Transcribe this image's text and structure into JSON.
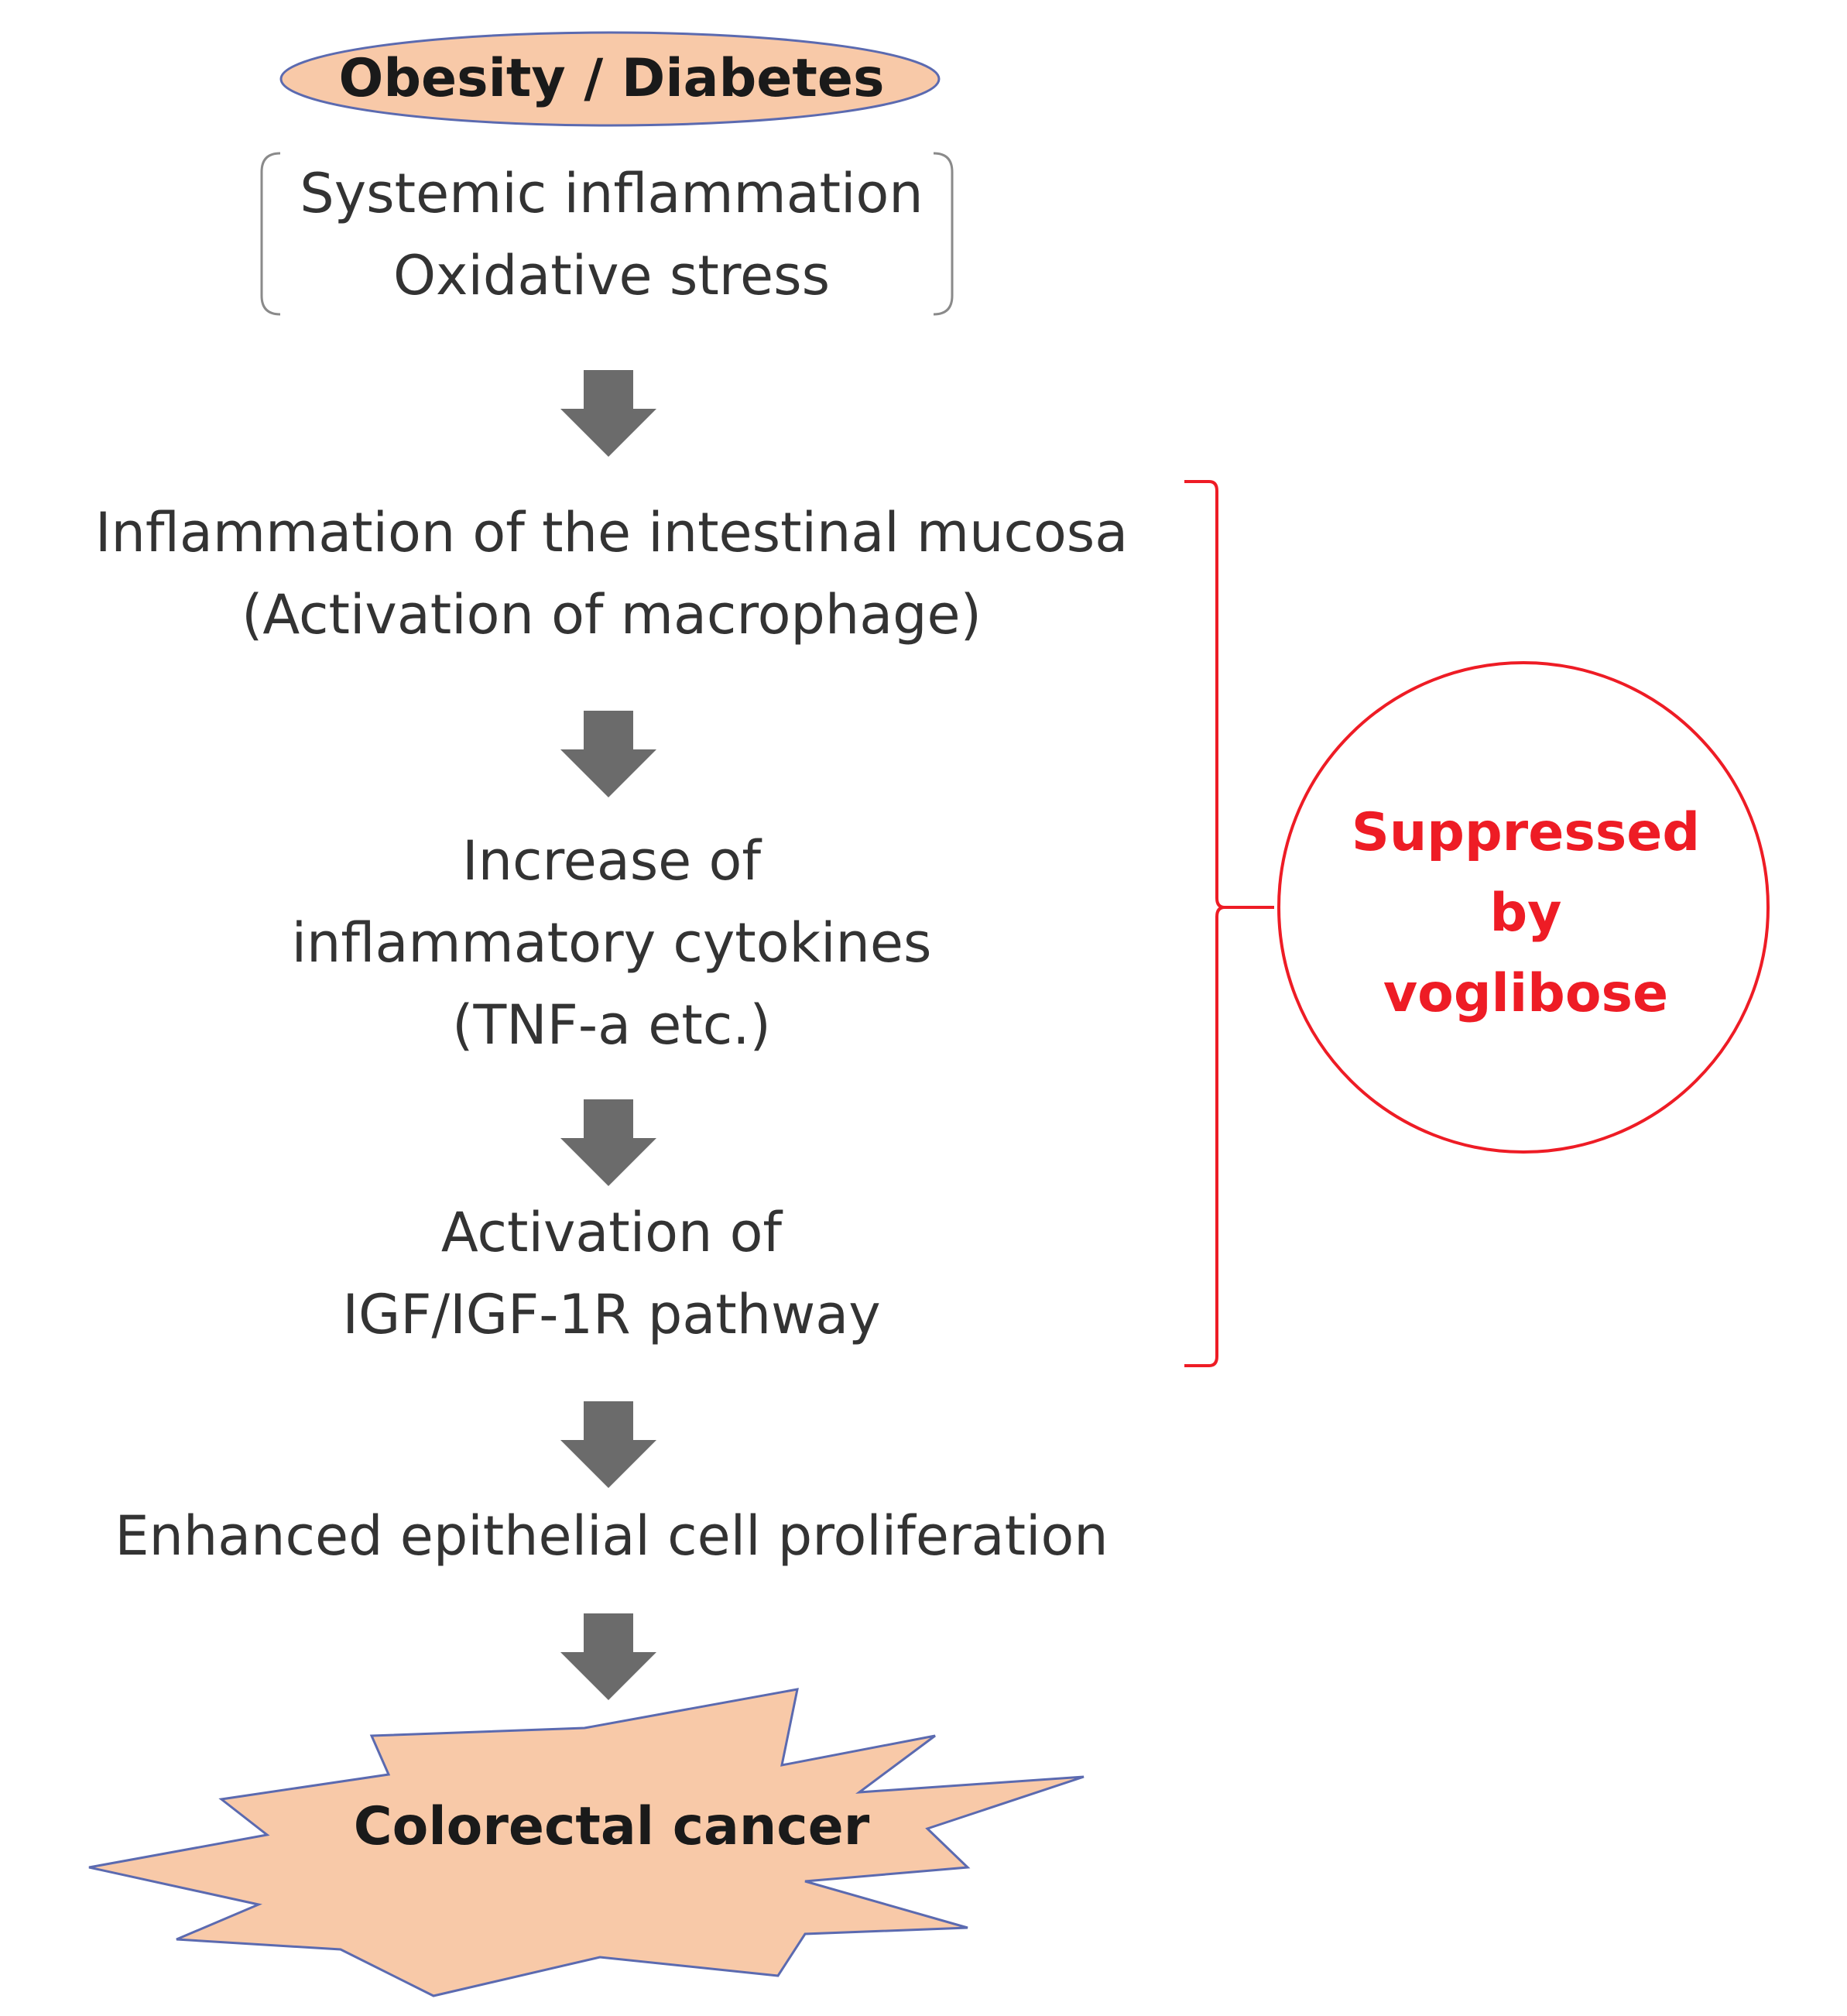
{
  "nodes": {
    "obesity": "Obesity / Diabetes",
    "systemic_line1": "Systemic inflammation",
    "systemic_line2": "Oxidative stress",
    "mucosa_line1": "Inflammation of the intestinal mucosa",
    "mucosa_line2": "(Activation of macrophage)",
    "cytokines_line1": "Increase of",
    "cytokines_line2": "inflammatory cytokines",
    "cytokines_line3": "(TNF-a etc.)",
    "igf_line1": "Activation of",
    "igf_line2": "IGF/IGF-1R pathway",
    "proliferation": "Enhanced epithelial cell proliferation",
    "cancer": "Colorectal cancer"
  },
  "suppression": {
    "line1": "Suppressed",
    "line2": "by",
    "line3": "voglibose"
  },
  "colors": {
    "shape_fill": "#f8c9a8",
    "shape_stroke": "#5b6ab0",
    "arrow": "#6b6b6b",
    "accent_red": "#ee1c25"
  }
}
